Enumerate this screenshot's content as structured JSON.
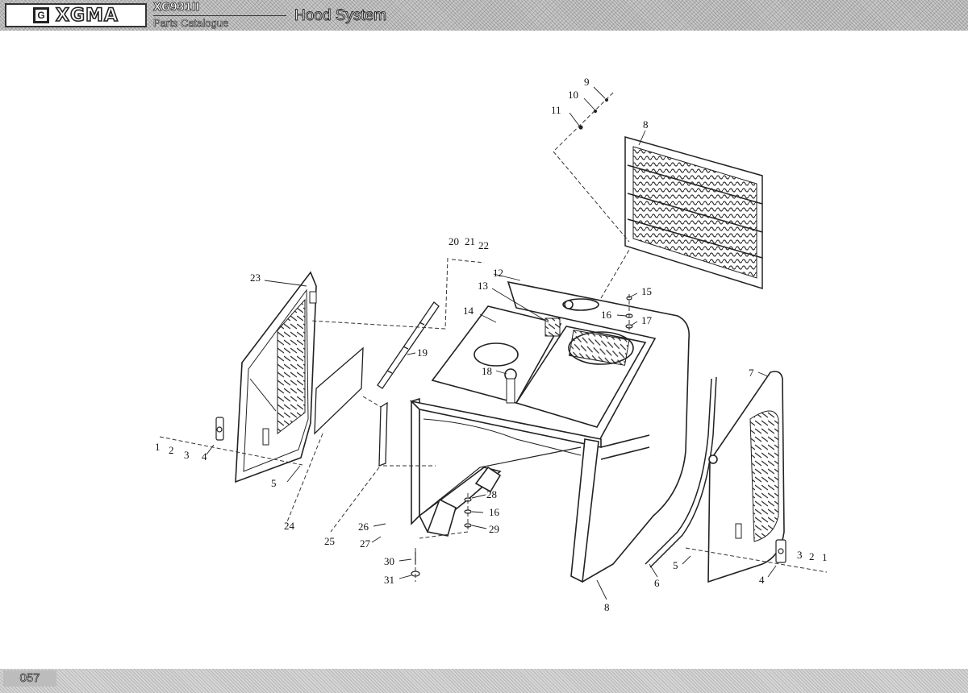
{
  "header": {
    "brand": "XGMA",
    "brand_mark": "G",
    "model": "XG931II",
    "subtitle": "Parts Catalogue",
    "title": "Hood System"
  },
  "footer": {
    "page_number": "057"
  },
  "callouts": [
    {
      "id": "c9",
      "text": "9"
    },
    {
      "id": "c10",
      "text": "10"
    },
    {
      "id": "c11",
      "text": "11"
    },
    {
      "id": "c8a",
      "text": "8"
    },
    {
      "id": "c20",
      "text": "20"
    },
    {
      "id": "c21",
      "text": "21"
    },
    {
      "id": "c22",
      "text": "22"
    },
    {
      "id": "c12",
      "text": "12"
    },
    {
      "id": "c13",
      "text": "13"
    },
    {
      "id": "c14",
      "text": "14"
    },
    {
      "id": "c15",
      "text": "15"
    },
    {
      "id": "c16a",
      "text": "16"
    },
    {
      "id": "c17",
      "text": "17"
    },
    {
      "id": "c23",
      "text": "23"
    },
    {
      "id": "c19",
      "text": "19"
    },
    {
      "id": "c18",
      "text": "18"
    },
    {
      "id": "c7",
      "text": "7"
    },
    {
      "id": "c1a",
      "text": "1"
    },
    {
      "id": "c2a",
      "text": "2"
    },
    {
      "id": "c3a",
      "text": "3"
    },
    {
      "id": "c4a",
      "text": "4"
    },
    {
      "id": "c5a",
      "text": "5"
    },
    {
      "id": "c24",
      "text": "24"
    },
    {
      "id": "c25",
      "text": "25"
    },
    {
      "id": "c28",
      "text": "28"
    },
    {
      "id": "c16b",
      "text": "16"
    },
    {
      "id": "c29",
      "text": "29"
    },
    {
      "id": "c26",
      "text": "26"
    },
    {
      "id": "c27",
      "text": "27"
    },
    {
      "id": "c30",
      "text": "30"
    },
    {
      "id": "c31",
      "text": "31"
    },
    {
      "id": "c8b",
      "text": "8"
    },
    {
      "id": "c6",
      "text": "6"
    },
    {
      "id": "c5b",
      "text": "5"
    },
    {
      "id": "c3b",
      "text": "3"
    },
    {
      "id": "c2b",
      "text": "2"
    },
    {
      "id": "c1b",
      "text": "1"
    },
    {
      "id": "c4b",
      "text": "4"
    }
  ]
}
